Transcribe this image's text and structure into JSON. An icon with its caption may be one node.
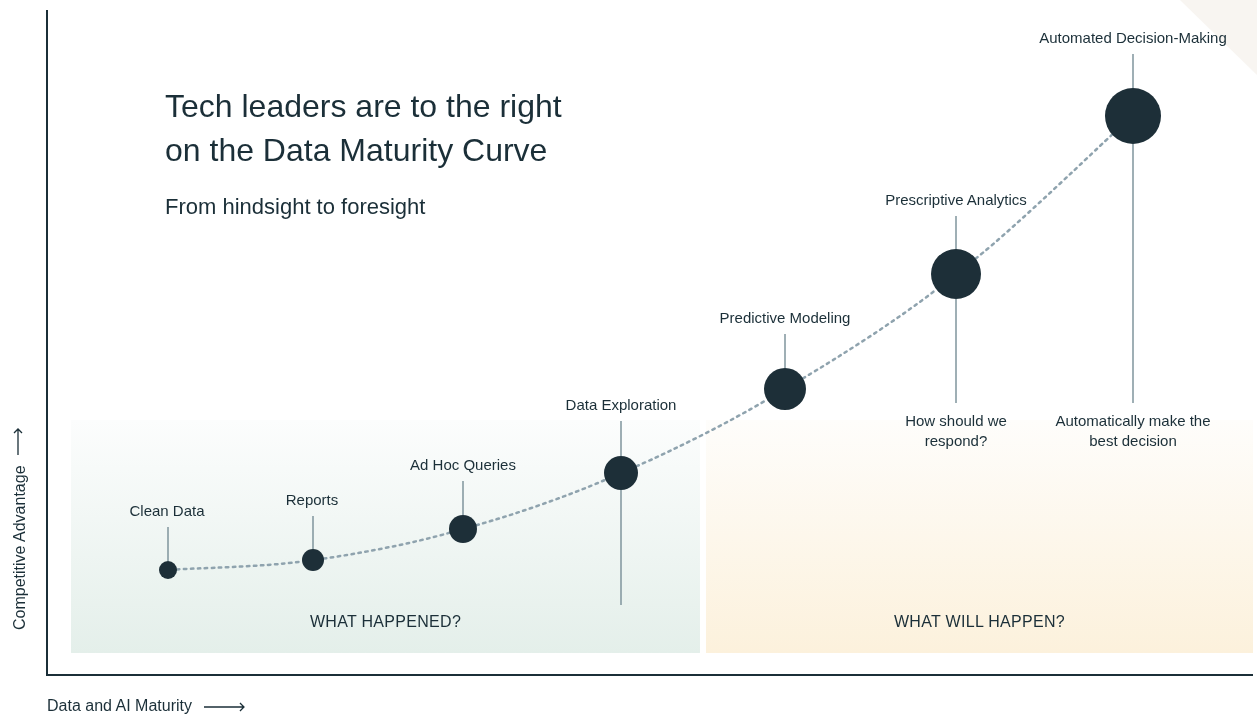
{
  "diagram": {
    "title": "Tech leaders are to the right on the Data Maturity Curve",
    "nodes": [
      {
        "text": [
          "Clean Data"
        ]
      },
      {
        "text": [
          "Reports"
        ]
      },
      {
        "text": [
          "Ad Hoc Queries"
        ]
      },
      {
        "text": [
          "Data Exploration"
        ]
      },
      {
        "text": [
          "Predictive Modeling"
        ]
      },
      {
        "text": [
          "Prescriptive Analytics"
        ]
      },
      {
        "text": [
          "Automated Decision-Making"
        ]
      },
      {
        "text": [],
        "shape": "circle"
      },
      {
        "text": [],
        "shape": "circle"
      },
      {
        "text": [],
        "shape": "circle"
      },
      {
        "text": [],
        "shape": "circle"
      },
      {
        "text": [],
        "shape": "circle"
      },
      {
        "text": [],
        "shape": "circle"
      },
      {
        "text": [],
        "shape": "circle"
      },
      {
        "text": [
          "How should we respond?"
        ]
      },
      {
        "text": [
          "Automatically make the best decision"
        ]
      }
    ],
    "edges": [
      {
        "from": 0,
        "to": 7,
        "arrow": "none"
      },
      {
        "from": 1,
        "to": 8,
        "arrow": "none"
      },
      {
        "from": 2,
        "to": 9,
        "arrow": "none"
      },
      {
        "from": 3,
        "to": 10,
        "arrow": "none"
      },
      {
        "from": 4,
        "to": 11,
        "arrow": "none"
      },
      {
        "from": 5,
        "to": 12,
        "arrow": "none"
      },
      {
        "from": 6,
        "to": 13,
        "arrow": "none"
      },
      {
        "from": 7,
        "to": 8,
        "arrow": "none",
        "style": "dashed",
        "color": "#8fa3ae"
      },
      {
        "from": 8,
        "to": 9,
        "arrow": "none",
        "style": "dashed",
        "color": "#8fa3ae"
      },
      {
        "from": 9,
        "to": 10,
        "arrow": "none",
        "style": "dashed",
        "color": "#8fa3ae"
      },
      {
        "from": 10,
        "to": 11,
        "arrow": "none",
        "style": "dashed",
        "color": "#8fa3ae"
      },
      {
        "from": 11,
        "to": 12,
        "arrow": "none",
        "style": "dashed",
        "color": "#8fa3ae"
      },
      {
        "from": 12,
        "to": 13,
        "arrow": "none",
        "style": "dashed",
        "color": "#8fa3ae"
      },
      {
        "from": 12,
        "to": 14,
        "arrow": "none"
      },
      {
        "from": 13,
        "to": 15,
        "arrow": "none"
      },
      {
        "from": 10,
        "to": null,
        "arrow": "none"
      }
    ],
    "labels": [
      "From hindsight to foresight",
      "WHAT HAPPENED?",
      "WHAT WILL HAPPEN?",
      "Competitive Advantage",
      "Data and AI Maturity"
    ]
  }
}
